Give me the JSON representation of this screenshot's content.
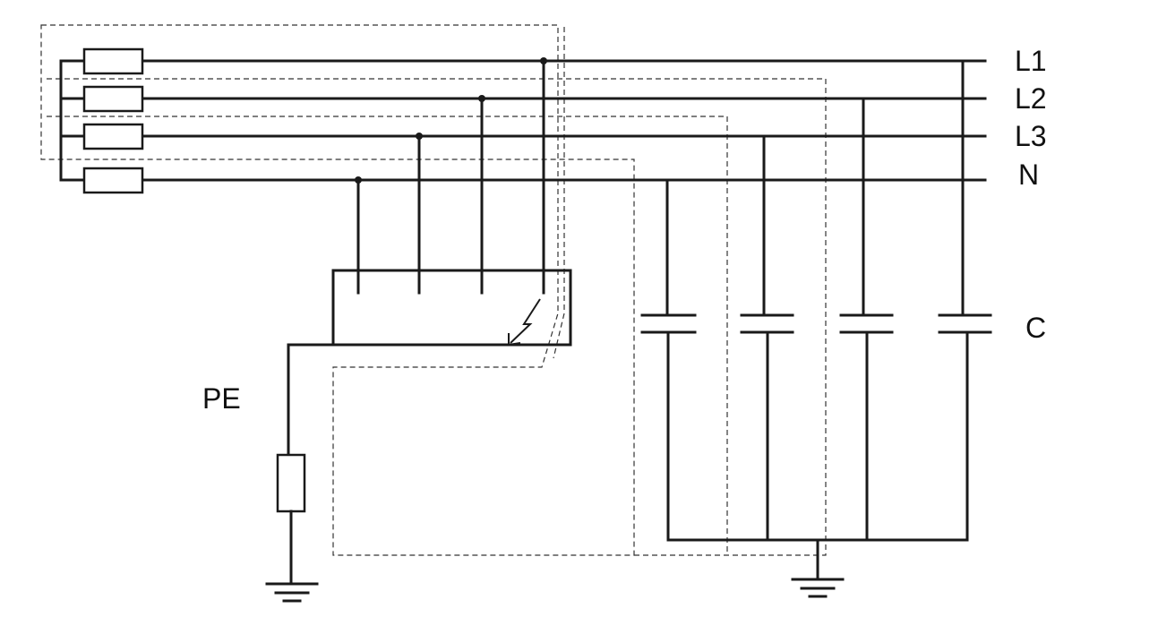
{
  "diagram": {
    "line_labels": [
      "L1",
      "L2",
      "L3",
      "N"
    ],
    "pe_label": "PE",
    "capacitor_label": "C"
  }
}
